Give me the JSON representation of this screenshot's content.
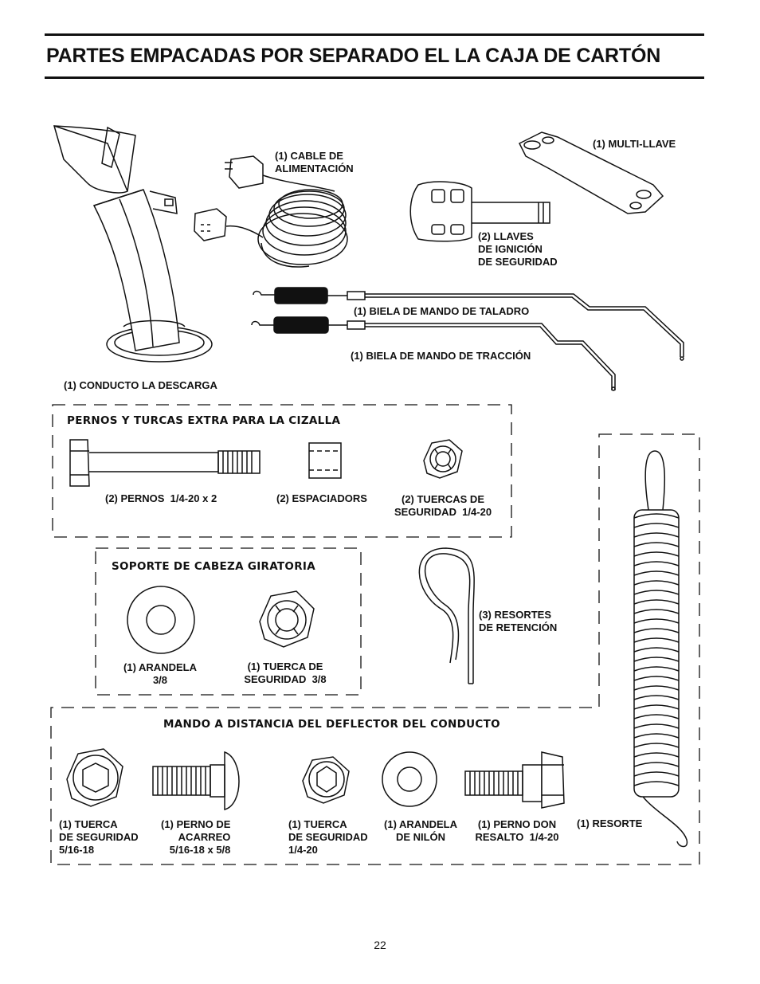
{
  "page": {
    "title": "PARTES EMPACADAS POR SEPARADO EL LA CAJA DE CARTÓN",
    "page_number": "22"
  },
  "parts": {
    "chute": "(1) CONDUCTO LA DESCARGA",
    "power_cord": "(1) CABLE DE\nALIMENTACIÓN",
    "multi_wrench": "(1) MULTI-LLAVE",
    "ignition_keys": "(2) LLAVES\nDE IGNICIÓN\nDE SEGURIDAD",
    "auger_rod": "(1) BIELA DE MANDO DE TALADRO",
    "traction_rod": "(1) BIELA DE MANDO DE TRACCIÓN"
  },
  "shear_section": {
    "heading": "PERNOS Y TURCAS EXTRA PARA LA CIZALLA",
    "bolts": "(2) PERNOS  1/4-20 x 2",
    "spacers": "(2) ESPACIADORS",
    "nuts": "(2) TUERCAS DE\nSEGURIDAD  1/4-20"
  },
  "swivel_section": {
    "heading": "SOPORTE DE CABEZA GIRATORIA",
    "washer": "(1) ARANDELA\n3/8",
    "nut": "(1) TUERCA DE\nSEGURIDAD  3/8"
  },
  "retention": {
    "label": "(3) RESORTES\nDE RETENCIÓN"
  },
  "spring": {
    "label": "(1) RESORTE"
  },
  "remote_section": {
    "heading": "MANDO A DISTANCIA DEL DEFLECTOR DEL CONDUCTO",
    "nut_516": "(1) TUERCA\nDE SEGURIDAD\n5/16-18",
    "carriage_bolt": "(1) PERNO DE\nACARREO\n5/16-18 x 5/8",
    "nut_14": "(1) TUERCA\nDE SEGURIDAD\n1/4-20",
    "nylon_washer": "(1) ARANDELA\nDE NILÓN",
    "shoulder_bolt": "(1) PERNO DON\nRESALTO  1/4-20"
  }
}
